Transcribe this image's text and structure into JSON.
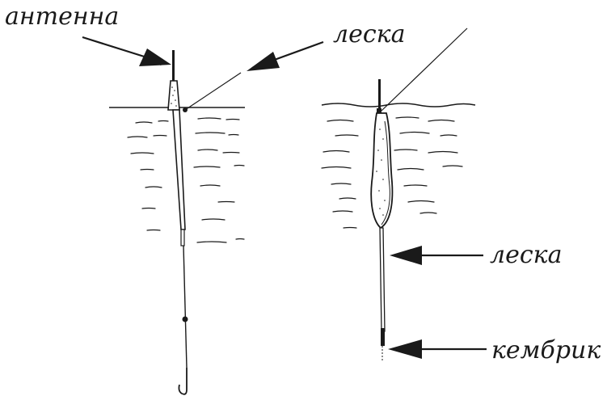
{
  "labels": {
    "antenna": "антенна",
    "line_top": "леска",
    "line_side": "леска",
    "cambric": "кембрик"
  },
  "colors": {
    "ink": "#1a1a1a",
    "background": "#ffffff"
  }
}
